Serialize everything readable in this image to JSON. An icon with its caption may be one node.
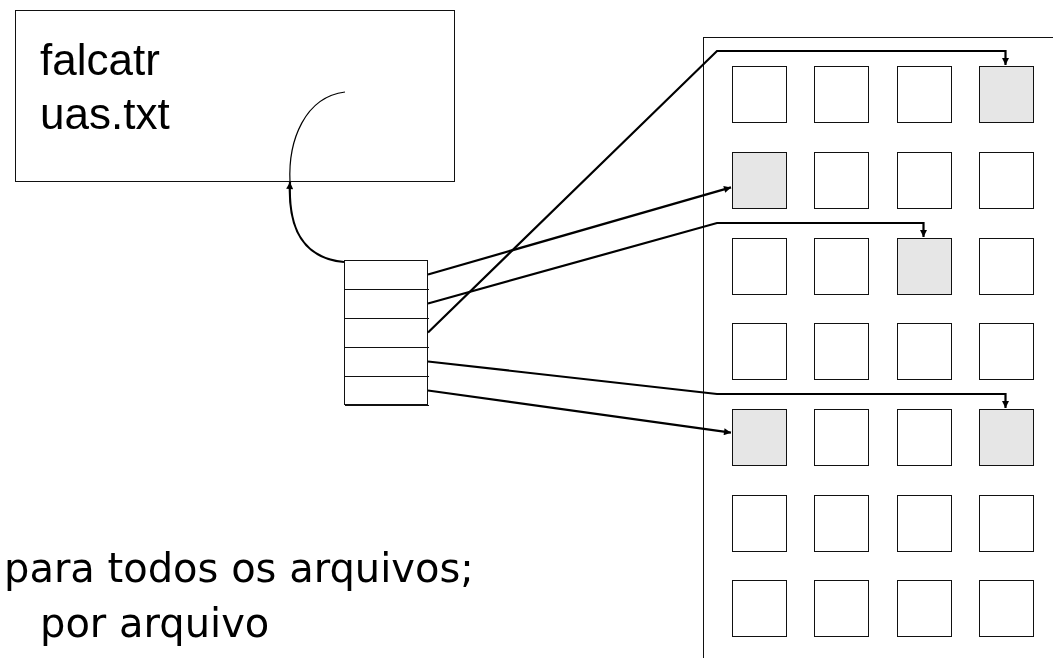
{
  "diagram": {
    "nodes": [
      {
        "text": [
          "falcatr uas.txt"
        ]
      },
      {
        "text": [],
        "shape": "box"
      },
      {
        "text": [],
        "shape": "box",
        "in": 1
      },
      {
        "text": [],
        "shape": "box",
        "in": 1
      },
      {
        "text": [],
        "shape": "box",
        "in": 1
      },
      {
        "text": [],
        "shape": "box",
        "in": 1
      },
      {
        "text": [],
        "shape": "box",
        "in": 1
      },
      {
        "text": [],
        "shape": "box"
      },
      {
        "text": [],
        "shape": "box",
        "in": 7
      },
      {
        "text": [],
        "shape": "box",
        "in": 7
      },
      {
        "text": [],
        "shape": "box",
        "in": 7
      },
      {
        "text": [],
        "shape": "box",
        "in": 7
      },
      {
        "text": [],
        "shape": "box",
        "in": 7
      },
      {
        "text": [],
        "shape": "box",
        "in": 7
      },
      {
        "text": [],
        "shape": "box",
        "in": 7
      },
      {
        "text": [],
        "shape": "box",
        "in": 7
      },
      {
        "text": [],
        "shape": "box",
        "in": 7
      },
      {
        "text": [],
        "shape": "box",
        "in": 7
      },
      {
        "text": [],
        "shape": "box",
        "in": 7
      },
      {
        "text": [],
        "shape": "box",
        "in": 7
      },
      {
        "text": [],
        "shape": "box",
        "in": 7
      },
      {
        "text": [],
        "shape": "box",
        "in": 7
      },
      {
        "text": [],
        "shape": "box",
        "in": 7
      },
      {
        "text": [],
        "shape": "box",
        "in": 7
      },
      {
        "text": [],
        "shape": "box",
        "in": 7
      },
      {
        "text": [],
        "shape": "box",
        "in": 7
      },
      {
        "text": [],
        "shape": "box",
        "in": 7
      },
      {
        "text": [],
        "shape": "box",
        "in": 7
      },
      {
        "text": [],
        "shape": "box",
        "in": 7
      },
      {
        "text": [],
        "shape": "box",
        "in": 7
      },
      {
        "text": [],
        "shape": "box",
        "in": 7
      },
      {
        "text": [],
        "shape": "box",
        "in": 7
      },
      {
        "text": [],
        "shape": "box",
        "in": 7
      },
      {
        "text": [],
        "shape": "box",
        "in": 7
      },
      {
        "text": [],
        "shape": "box",
        "in": 7
      },
      {
        "text": [],
        "shape": "box",
        "in": 7
      }
    ],
    "edges": [
      {
        "from": 1,
        "to": 0,
        "arrow": "to"
      },
      {
        "from": 2,
        "to": 12,
        "arrow": "to"
      },
      {
        "from": 3,
        "to": 18,
        "arrow": "to"
      },
      {
        "from": 4,
        "to": 11,
        "arrow": "to"
      },
      {
        "from": 5,
        "to": 27,
        "arrow": "to"
      },
      {
        "from": 6,
        "to": 24,
        "arrow": "to"
      }
    ],
    "labels": [
      "para todos os arquivos;",
      "por arquivo"
    ]
  }
}
